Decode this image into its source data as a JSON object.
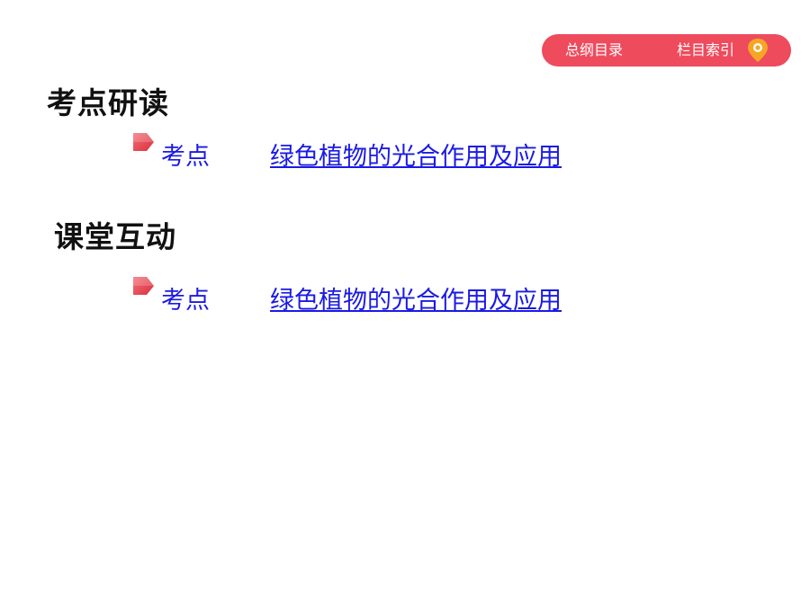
{
  "nav": {
    "outline_label": "总纲目录",
    "index_label": "栏目索引",
    "pill_color": "#ee4b5d",
    "pin_icon": "location-pin-icon"
  },
  "sections": [
    {
      "title": "考点研读",
      "link": {
        "label": "考点",
        "topic": "绿色植物的光合作用及应用"
      }
    },
    {
      "title": "课堂互动",
      "link": {
        "label": "考点",
        "topic": "绿色植物的光合作用及应用"
      }
    }
  ],
  "colors": {
    "link": "#1a1ae6",
    "bullet": "#e8454f"
  }
}
